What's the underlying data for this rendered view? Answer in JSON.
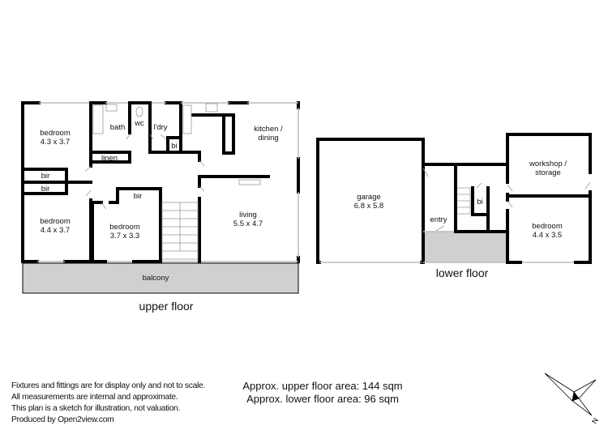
{
  "upper_floor": {
    "label": "upper floor",
    "rooms": {
      "bedroom1": {
        "name": "bedroom",
        "size": "4.3 x 3.7"
      },
      "bedroom2": {
        "name": "bedroom",
        "size": "4.4 x 3.7"
      },
      "bedroom3": {
        "name": "bedroom",
        "size": "3.7 x 3.3"
      },
      "living": {
        "name": "living",
        "size": "5.5 x 4.7"
      },
      "kitchen": {
        "name": "kitchen /",
        "name2": "dining"
      },
      "bath": "bath",
      "wc": "wc",
      "laundry": "l'dry",
      "bi": "bi",
      "linen": "linen",
      "bir1": "bir",
      "bir2": "bir",
      "bir3": "bir",
      "balcony": "balcony"
    }
  },
  "lower_floor": {
    "label": "lower floor",
    "rooms": {
      "garage": {
        "name": "garage",
        "size": "6.8 x 5.8"
      },
      "workshop": {
        "name": "workshop /",
        "name2": "storage"
      },
      "bedroom": {
        "name": "bedroom",
        "size": "4.4 x 3.5"
      },
      "entry": "entry",
      "bi": "bi"
    }
  },
  "disclaimer": [
    "Fixtures and fittings are for display only and not to scale.",
    "All measurements are internal and approximate.",
    "This plan is a sketch for illustration, not valuation.",
    "Produced by Open2view.com"
  ],
  "areas": {
    "upper": "Approx. upper floor area: 144 sqm",
    "lower": "Approx. lower floor area: 96 sqm"
  },
  "compass": {
    "icon": "compass-rose-icon",
    "label": "N"
  },
  "colors": {
    "wall": "#000000",
    "balcony": "#d0d0d0"
  }
}
